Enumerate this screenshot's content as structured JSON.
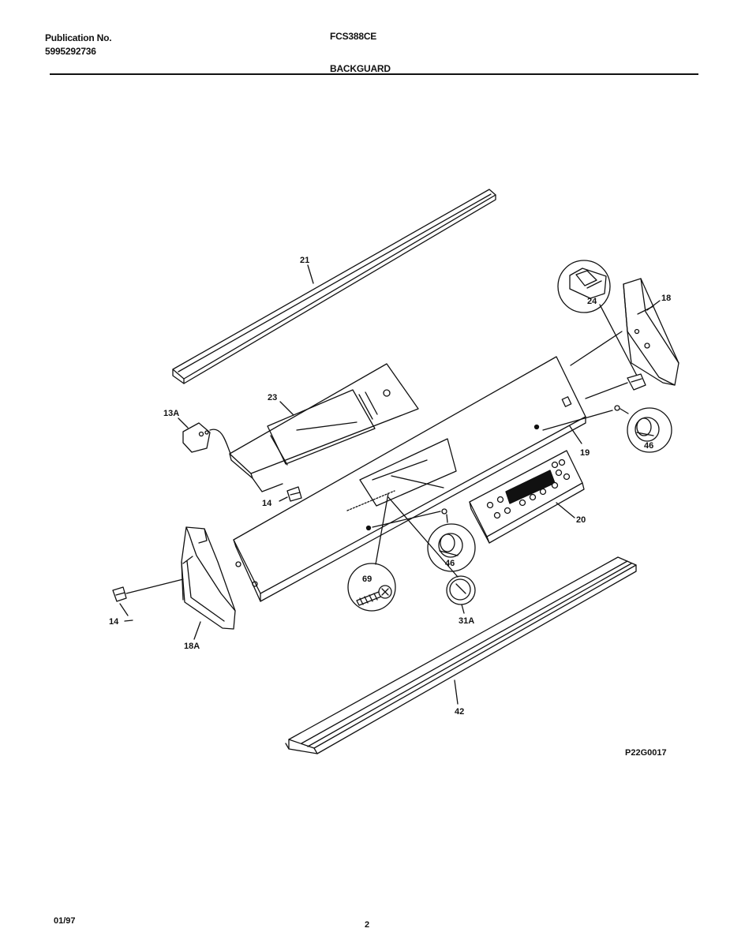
{
  "header": {
    "publication_label": "Publication No.",
    "publication_number": "5995292736",
    "model": "FCS388CE",
    "section_title": "BACKGUARD"
  },
  "diagram": {
    "code": "P22G0017",
    "callouts": {
      "p21": "21",
      "p23": "23",
      "p13A": "13A",
      "p14_upper": "14",
      "p14_lower": "14",
      "p18": "18",
      "p18A": "18A",
      "p24": "24",
      "p46_right": "46",
      "p46_center": "46",
      "p19": "19",
      "p20": "20",
      "p69": "69",
      "p31A": "31A",
      "p42": "42"
    }
  },
  "footer": {
    "date": "01/97",
    "page": "2"
  }
}
